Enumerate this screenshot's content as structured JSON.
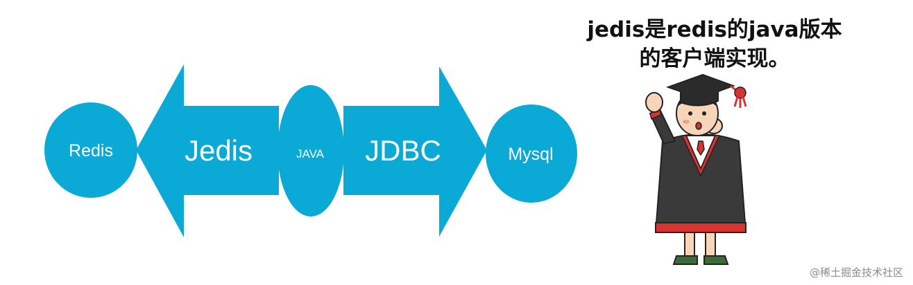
{
  "colors": {
    "accent": "#0aa9d6",
    "text_on_accent": "#ffffff"
  },
  "diagram": {
    "left_node": "Redis",
    "left_arrow": "Jedis",
    "middle_node": "JAVA",
    "right_arrow": "JDBC",
    "right_node": "Mysql"
  },
  "caption": {
    "line1": "jedis是redis的java版本",
    "line2": "的客户端实现。"
  },
  "illustration": {
    "icon": "graduate-cartoon-icon"
  },
  "watermark": "@稀土掘金技术社区"
}
